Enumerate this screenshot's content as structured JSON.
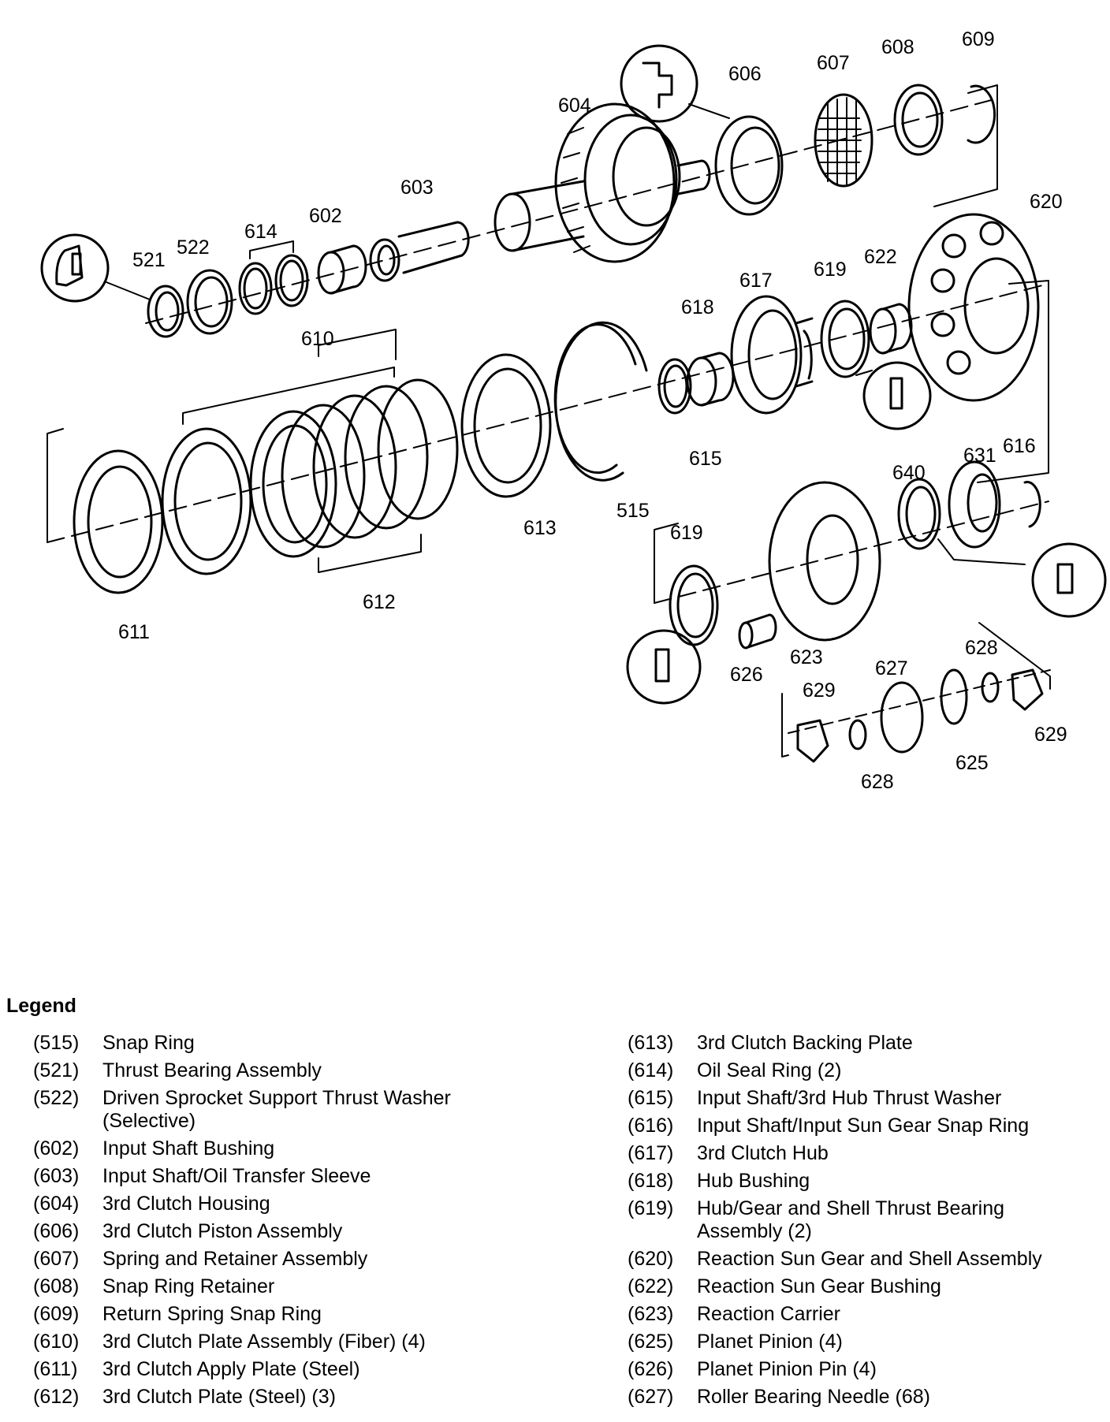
{
  "callouts": {
    "c521": "521",
    "c522": "522",
    "c614": "614",
    "c602": "602",
    "c603": "603",
    "c604": "604",
    "c606": "606",
    "c607": "607",
    "c608": "608",
    "c609": "609",
    "c620": "620",
    "c610": "610",
    "c617": "617",
    "c618": "618",
    "c619a": "619",
    "c622": "622",
    "c615": "615",
    "c613": "613",
    "c515": "515",
    "c612": "612",
    "c611": "611",
    "c640": "640",
    "c631": "631",
    "c616": "616",
    "c619b": "619",
    "c626": "626",
    "c623": "623",
    "c627": "627",
    "c628a": "628",
    "c629a": "629",
    "c629b": "629",
    "c628b": "628",
    "c625": "625"
  },
  "legend": {
    "title": "Legend",
    "left": [
      {
        "num": "(515)",
        "desc": "Snap Ring"
      },
      {
        "num": "(521)",
        "desc": "Thrust Bearing Assembly"
      },
      {
        "num": "(522)",
        "desc": "Driven Sprocket Support Thrust Washer\n(Selective)"
      },
      {
        "num": "(602)",
        "desc": "Input Shaft Bushing"
      },
      {
        "num": "(603)",
        "desc": "Input Shaft/Oil Transfer Sleeve"
      },
      {
        "num": "(604)",
        "desc": "3rd Clutch Housing"
      },
      {
        "num": "(606)",
        "desc": "3rd Clutch Piston Assembly"
      },
      {
        "num": "(607)",
        "desc": "Spring and Retainer Assembly"
      },
      {
        "num": "(608)",
        "desc": "Snap Ring Retainer"
      },
      {
        "num": "(609)",
        "desc": "Return Spring Snap Ring"
      },
      {
        "num": "(610)",
        "desc": "3rd Clutch Plate Assembly (Fiber) (4)"
      },
      {
        "num": "(611)",
        "desc": "3rd Clutch Apply Plate (Steel)"
      },
      {
        "num": "(612)",
        "desc": "3rd Clutch Plate (Steel) (3)"
      }
    ],
    "right": [
      {
        "num": "(613)",
        "desc": "3rd Clutch Backing Plate"
      },
      {
        "num": "(614)",
        "desc": "Oil Seal Ring (2)"
      },
      {
        "num": "(615)",
        "desc": "Input Shaft/3rd Hub Thrust Washer"
      },
      {
        "num": "(616)",
        "desc": "Input Shaft/Input Sun Gear Snap Ring"
      },
      {
        "num": "(617)",
        "desc": "3rd Clutch Hub"
      },
      {
        "num": "(618)",
        "desc": "Hub Bushing"
      },
      {
        "num": "(619)",
        "desc": "Hub/Gear and Shell Thrust Bearing\nAssembly (2)"
      },
      {
        "num": "(620)",
        "desc": "Reaction Sun Gear and Shell Assembly"
      },
      {
        "num": "(622)",
        "desc": "Reaction Sun Gear Bushing"
      },
      {
        "num": "(623)",
        "desc": "Reaction Carrier"
      },
      {
        "num": "(625)",
        "desc": "Planet Pinion (4)"
      },
      {
        "num": "(626)",
        "desc": "Planet Pinion Pin (4)"
      },
      {
        "num": "(627)",
        "desc": "Roller Bearing Needle (68)"
      }
    ]
  }
}
